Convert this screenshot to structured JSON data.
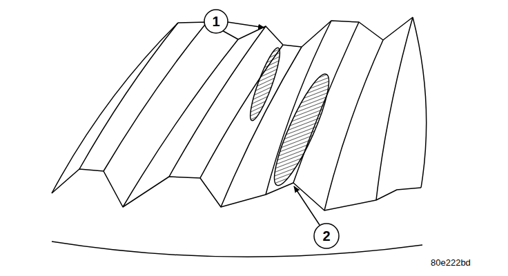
{
  "diagram": {
    "labels": [
      "1",
      "2",
      "80e222bd"
    ]
  }
}
